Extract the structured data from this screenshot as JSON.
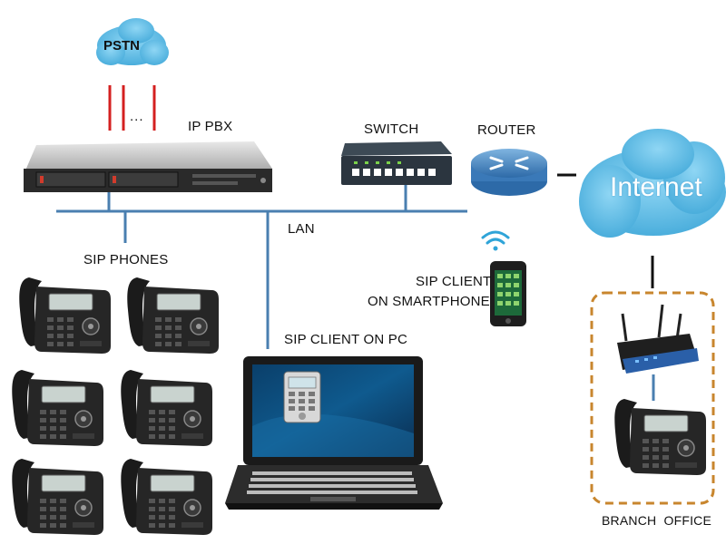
{
  "labels": {
    "pstn": "PSTN",
    "ip_pbx": "IP PBX",
    "trunk_dots": "...",
    "switch": "SWITCH",
    "router": "ROUTER",
    "internet": "Internet",
    "lan": "LAN",
    "sip_phones": "SIP PHONES",
    "sip_client_smartphone_line1": "SIP CLIENT",
    "sip_client_smartphone_line2": "ON SMARTPHONE",
    "sip_client_pc": "SIP CLIENT ON PC",
    "branch_office": "BRANCH  OFFICE"
  },
  "colors": {
    "cloud": "#5bbde6",
    "trunk_lines": "#d42020",
    "lan_line": "#4a7fb0",
    "branch_border": "#c8862e",
    "server_body": "#2a2a2a",
    "router_body": "#3a79b8",
    "router_wifi_body": "#2a5fa8"
  }
}
